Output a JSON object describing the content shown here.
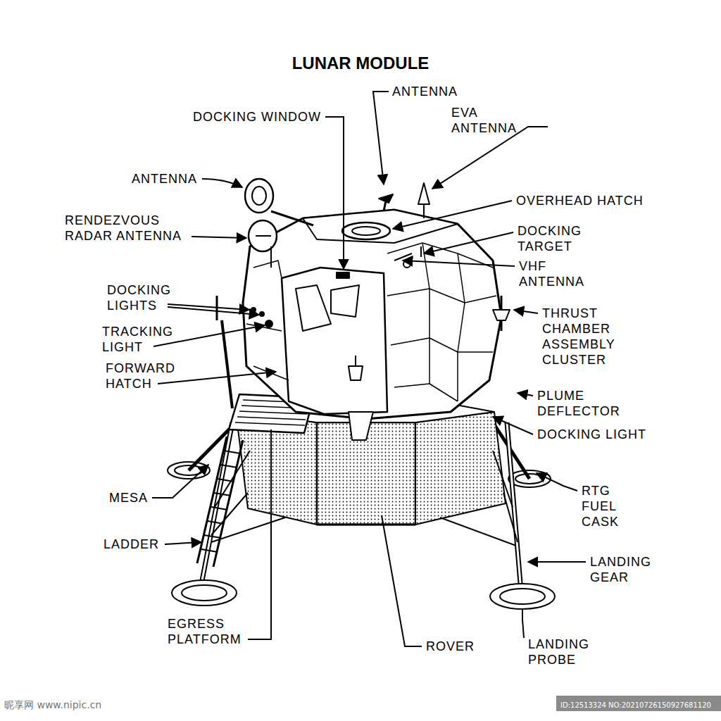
{
  "diagram": {
    "title": "LUNAR MODULE",
    "labels": [
      "ANTENNA",
      "DOCKING WINDOW",
      "EVA ANTENNA",
      "ANTENNA",
      "RENDEZVOUS RADAR ANTENNA",
      "OVERHEAD HATCH",
      "DOCKING TARGET",
      "VHF ANTENNA",
      "DOCKING LIGHTS",
      "TRACKING LIGHT",
      "THRUST CHAMBER ASSEMBLY CLUSTER",
      "FORWARD HATCH",
      "PLUME DEFLECTOR",
      "DOCKING LIGHT",
      "MESA",
      "RTG FUEL CASK",
      "LADDER",
      "LANDING GEAR",
      "EGRESS PLATFORM",
      "ROVER",
      "LANDING PROBE",
      "昵享网 www.nipic.cn",
      "ID:12513324 NO:20210726150927681120"
    ]
  }
}
